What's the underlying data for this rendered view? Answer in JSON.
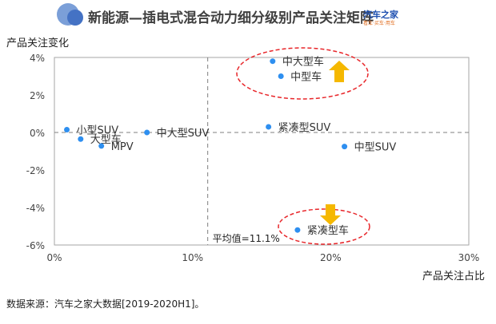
{
  "header": {
    "title": "新能源—插电式混合动力细分级别产品关注矩阵",
    "logo": "汽车之家",
    "logo_tagline": "看车·买车·用车"
  },
  "source": "数据来源：汽车之家大数据[2019-2020H1]。",
  "colors": {
    "point": "#2e8ff0",
    "arrow": "#f5b800",
    "ellipse": "#e8262a",
    "circle1": "#7b9fd8",
    "circle2": "#4472c4"
  },
  "chart_data": {
    "type": "scatter",
    "title": "新能源—插电式混合动力细分级别产品关注矩阵",
    "xlabel": "产品关注占比",
    "ylabel": "产品关注变化",
    "xlim": [
      0,
      30
    ],
    "ylim": [
      -6,
      4
    ],
    "xticks": [
      0,
      10,
      20,
      30
    ],
    "xtick_labels": [
      "0%",
      "10%",
      "20%",
      "30%"
    ],
    "yticks": [
      4,
      2,
      0,
      -2,
      -4,
      -6
    ],
    "ytick_labels": [
      "4%",
      "2%",
      "0%",
      "-2%",
      "-4%",
      "-6%"
    ],
    "reference_lines": {
      "x": 11.1,
      "y": 0,
      "x_label": "平均值=11.1%"
    },
    "points": [
      {
        "label": "中大型车",
        "x": 15.8,
        "y": 3.8
      },
      {
        "label": "中型车",
        "x": 16.4,
        "y": 3.0
      },
      {
        "label": "小型SUV",
        "x": 0.9,
        "y": 0.15
      },
      {
        "label": "大型车",
        "x": 1.9,
        "y": -0.35
      },
      {
        "label": "MPV",
        "x": 3.4,
        "y": -0.72
      },
      {
        "label": "中大型SUV",
        "x": 6.7,
        "y": 0.0
      },
      {
        "label": "紧凑型SUV",
        "x": 15.5,
        "y": 0.3
      },
      {
        "label": "中型SUV",
        "x": 21.0,
        "y": -0.75
      },
      {
        "label": "紧凑型车",
        "x": 17.6,
        "y": -5.2
      }
    ]
  }
}
